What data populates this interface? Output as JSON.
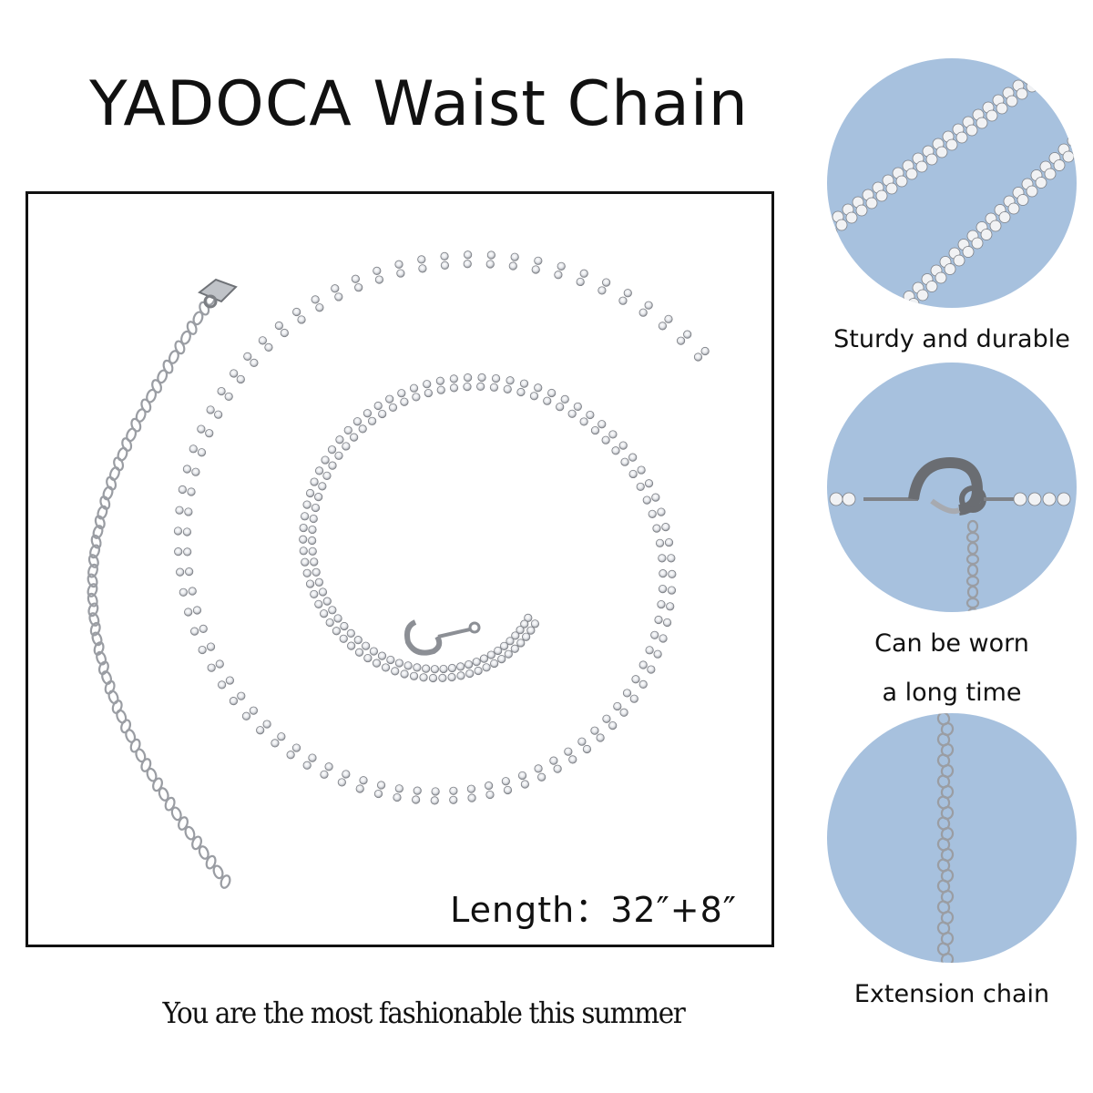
{
  "page": {
    "title": "YADOCA Waist Chain",
    "length_text": "Length：32″+8″",
    "tagline": "You are the most fashionable this summer"
  },
  "features": [
    {
      "icon": "rhinestone-chain-closeup-icon",
      "caption": "Sturdy and durable"
    },
    {
      "icon": "lobster-clasp-closeup-icon",
      "caption_lines": [
        "Can be worn",
        "a long time"
      ]
    },
    {
      "icon": "extension-chain-closeup-icon",
      "caption": "Extension chain"
    }
  ],
  "colors": {
    "circle_background": "#a7c1de",
    "frame_border": "#111111",
    "text": "#111111",
    "chain_silver": "#c9ccd1"
  }
}
